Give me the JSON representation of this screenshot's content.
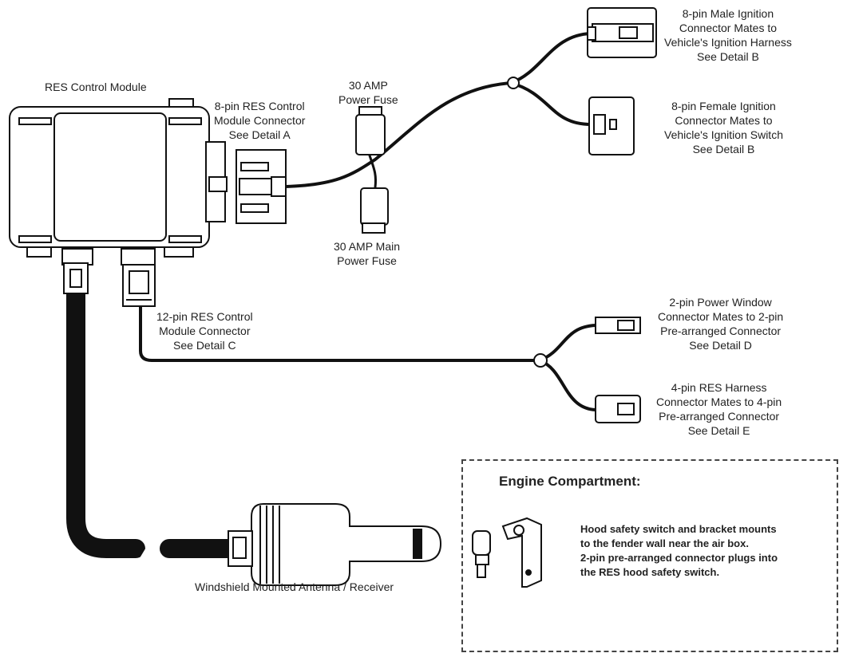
{
  "module": {
    "title": "RES Control Module"
  },
  "connectors": {
    "res_8pin": [
      "8-pin RES Control",
      "Module Connector",
      "See Detail A"
    ],
    "res_12pin": [
      "12-pin RES Control",
      "Module Connector",
      "See Detail C"
    ],
    "male_ignition": [
      "8-pin Male Ignition",
      "Connector Mates to",
      "Vehicle's Ignition Harness",
      "See Detail B"
    ],
    "female_ignition": [
      "8-pin Female Ignition",
      "Connector Mates to",
      "Vehicle's Ignition Switch",
      "See Detail B"
    ],
    "power_window": [
      "2-pin Power Window",
      "Connector Mates to 2-pin",
      "Pre-arranged Connector",
      "See Detail D"
    ],
    "res_harness": [
      "4-pin RES Harness",
      "Connector Mates to 4-pin",
      "Pre-arranged Connector",
      "See Detail E"
    ]
  },
  "fuses": {
    "power": [
      "30 AMP",
      "Power Fuse"
    ],
    "main": [
      "30 AMP Main",
      "Power Fuse"
    ]
  },
  "antenna": {
    "label": "Windshield Mounted Antenna / Receiver"
  },
  "engine": {
    "title": "Engine Compartment:",
    "lines": [
      "Hood safety switch and bracket mounts",
      "to the fender wall near the air box.",
      "2-pin pre-arranged connector plugs into",
      "the RES hood safety switch."
    ]
  }
}
